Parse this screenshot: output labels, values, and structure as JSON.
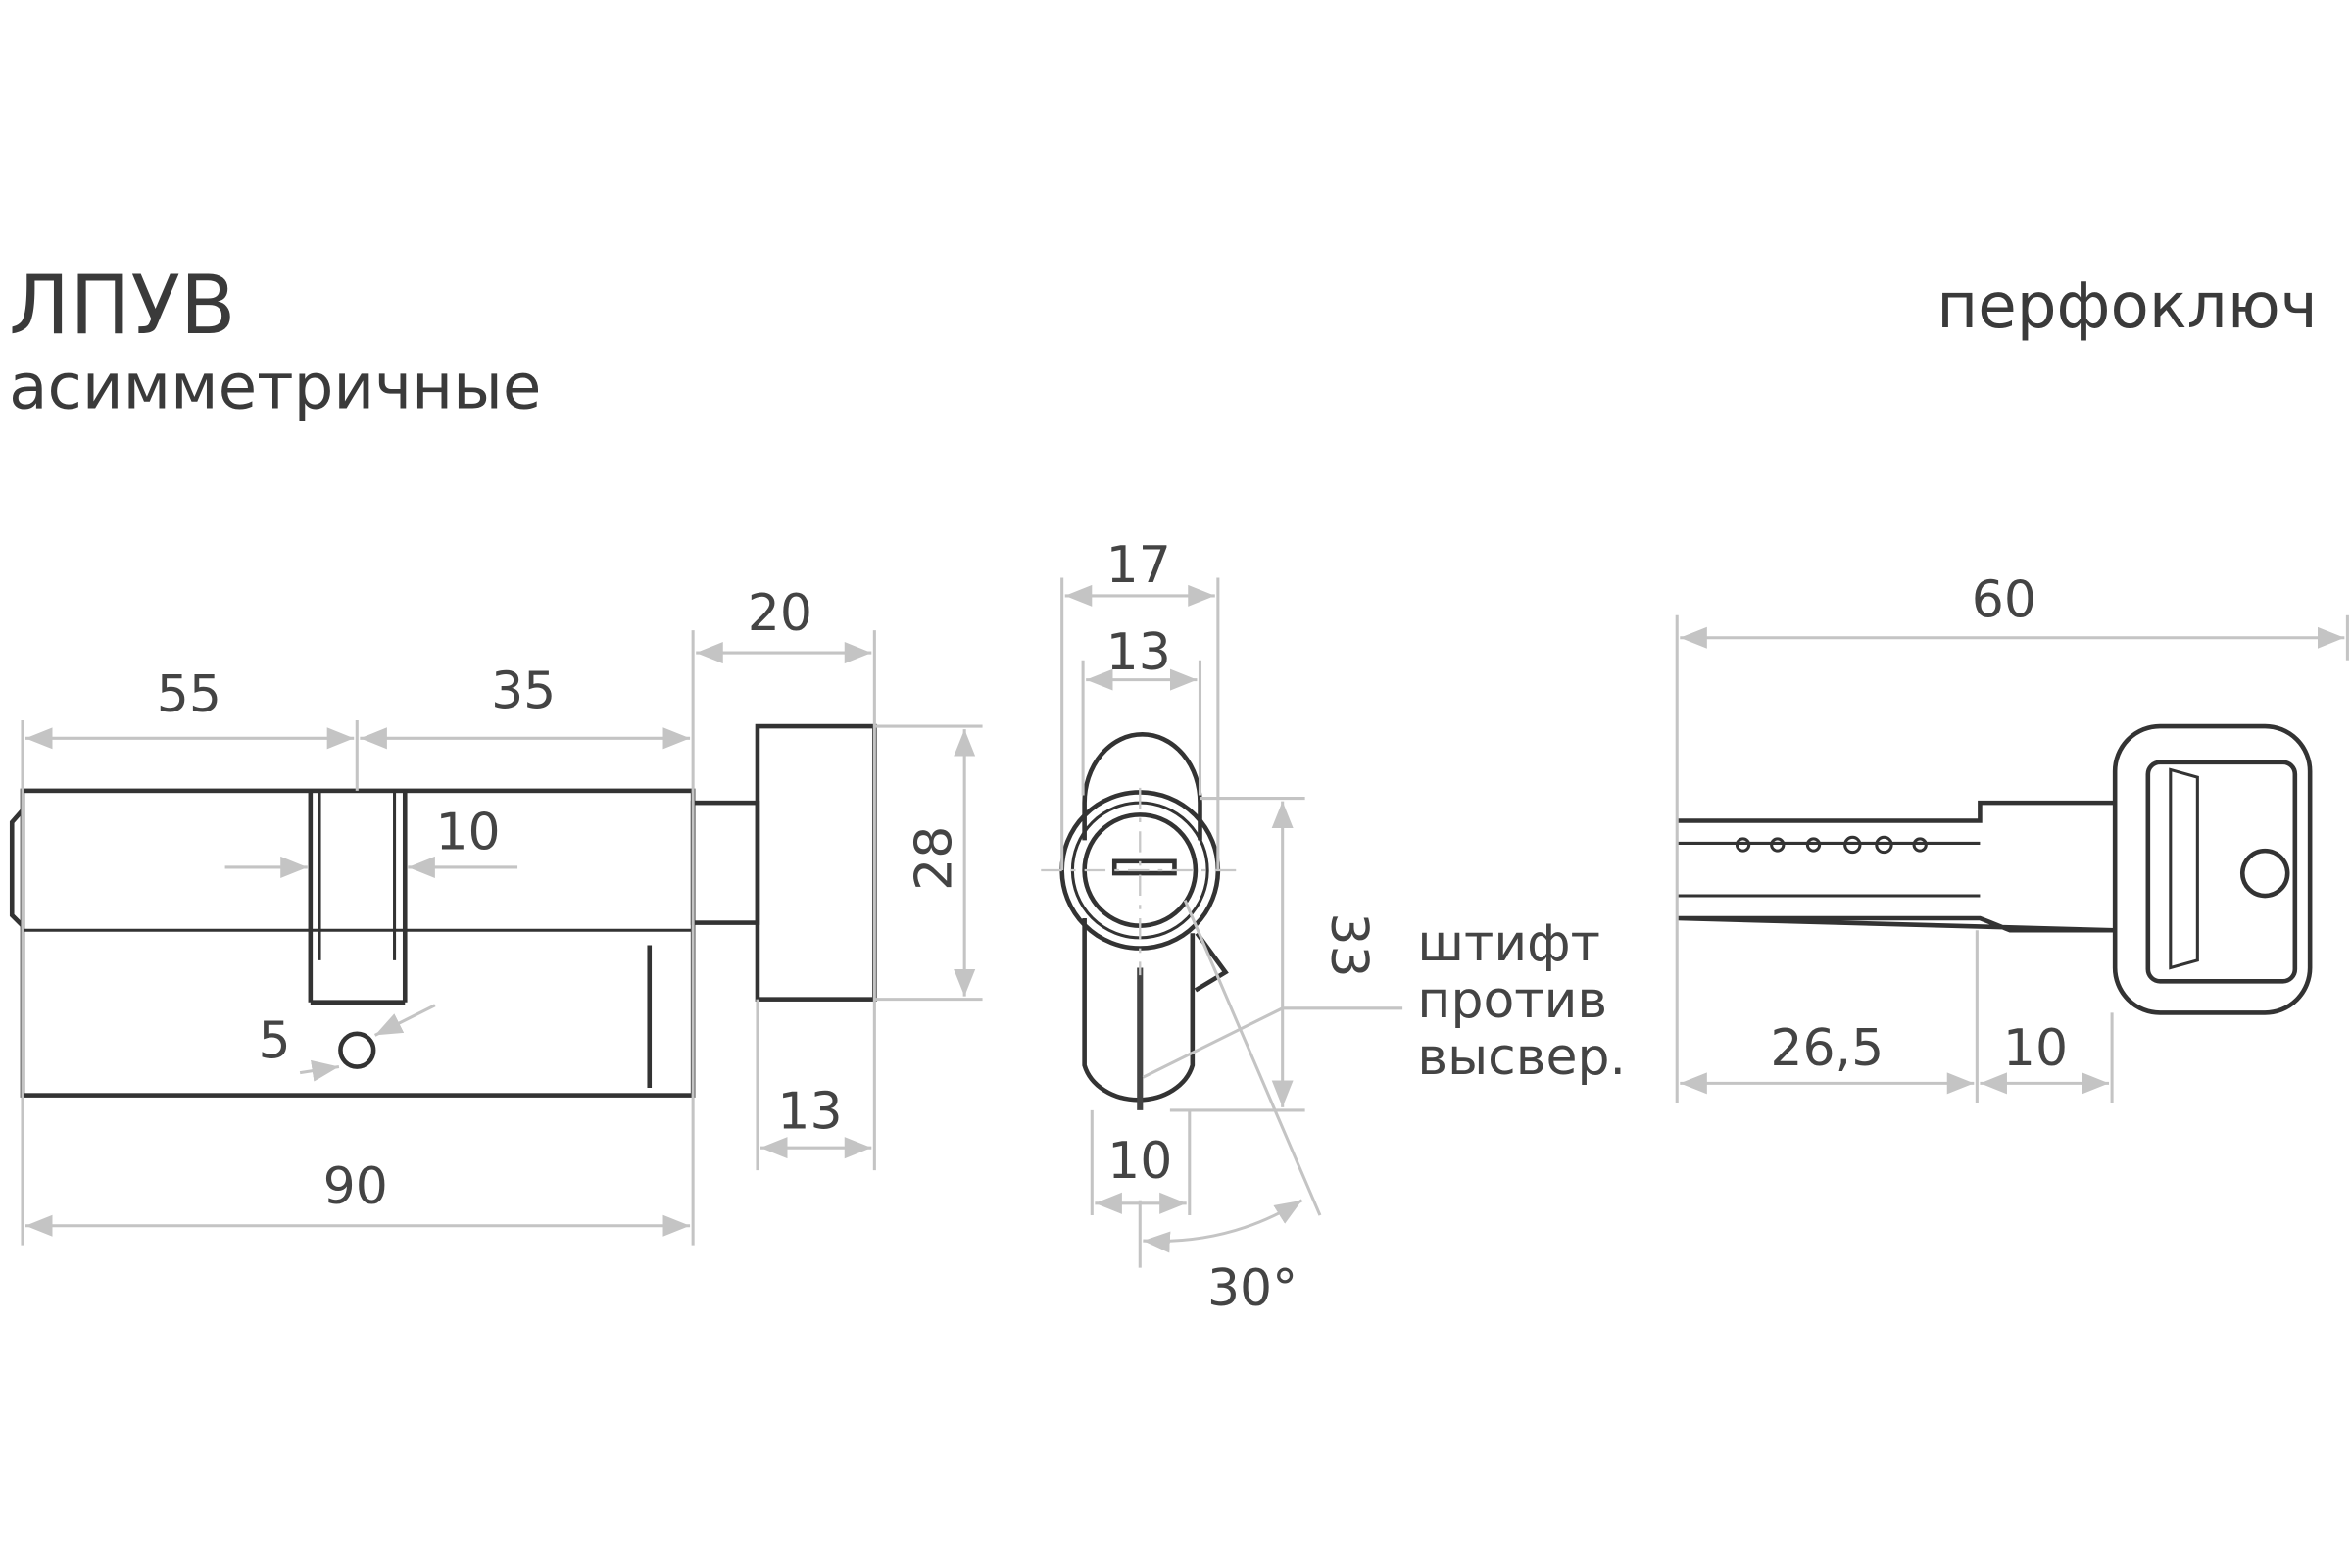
{
  "header": {
    "model": "ЛПУВ",
    "type": "асимметричные",
    "key_type": "перфоключ"
  },
  "cylinder_side": {
    "dims": {
      "left_length": "55",
      "right_length": "35",
      "knob_width": "20",
      "knob_height": "28",
      "cam_width": "10",
      "pin_hole": "5",
      "total_length": "90",
      "knob_depth": "13"
    }
  },
  "cylinder_profile": {
    "dims": {
      "width": "17",
      "inner_width": "13",
      "height": "33",
      "bottom_width": "10",
      "cam_angle": "30°"
    },
    "note": [
      "штифт",
      "против",
      "высвер."
    ]
  },
  "key": {
    "dims": {
      "total_length": "60",
      "blade_length": "26,5",
      "shoulder_length": "10"
    }
  },
  "colors": {
    "outline": "#333333",
    "dimension": "#c4c4c4"
  }
}
